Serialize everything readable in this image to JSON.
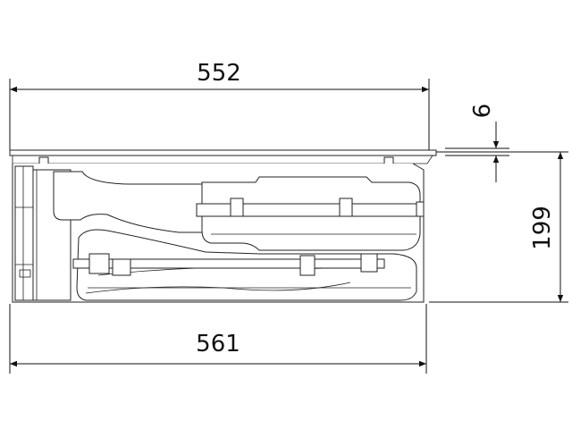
{
  "dimensions": {
    "top_width": "552",
    "bottom_width": "561",
    "glass_thickness": "6",
    "total_height": "199"
  },
  "colors": {
    "line": "#111111",
    "background": "#ffffff"
  }
}
